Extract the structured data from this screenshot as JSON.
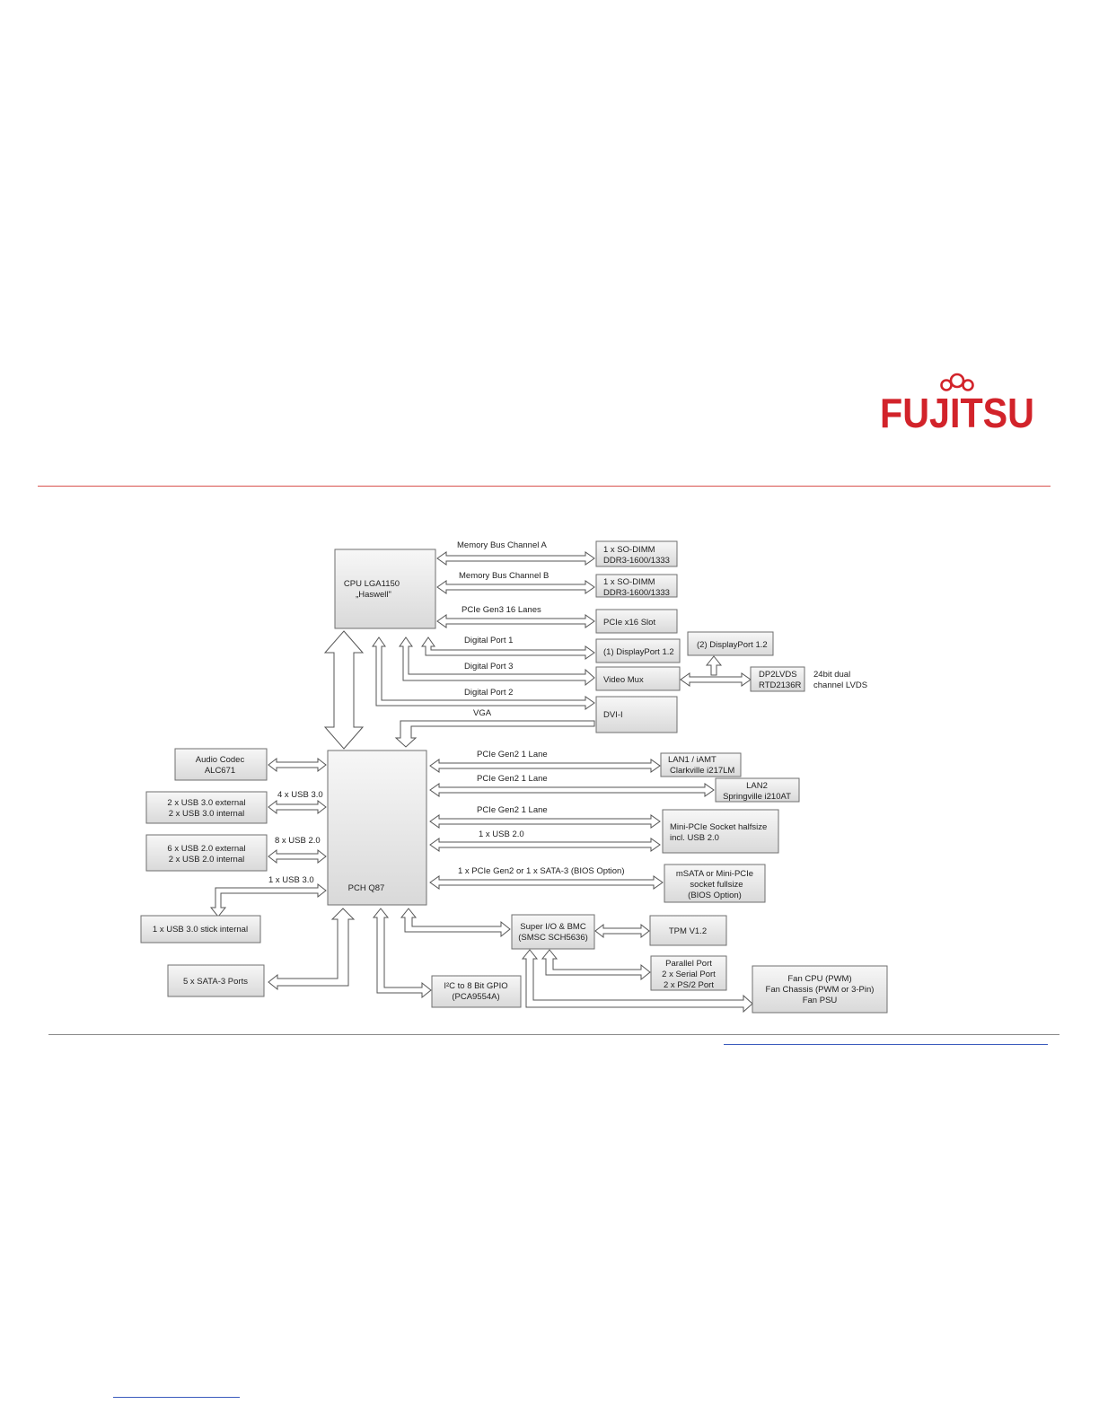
{
  "brand": {
    "logo_text": "FUJITSU",
    "color": "#d2232a"
  },
  "diagram": {
    "cpu": [
      "CPU LGA1150",
      "„Haswell\""
    ],
    "pch": "PCH Q87",
    "memory_a": {
      "label": "Memory Bus Channel  A",
      "box": [
        "1 x SO-DIMM",
        "DDR3-1600/1333"
      ]
    },
    "memory_b": {
      "label": "Memory Bus Channel  B",
      "box": [
        "1 x SO-DIMM",
        "DDR3-1600/1333"
      ]
    },
    "pcie_x16": {
      "label": "PCIe  Gen3  16 Lanes",
      "box": "PCIe  x16 Slot"
    },
    "dp1": {
      "label": "Digital Port 1",
      "box": "(1)  DisplayPort  1.2"
    },
    "dp2_box": "(2) DisplayPort  1.2",
    "dp3": {
      "label": "Digital Port 3",
      "box": "Video Mux"
    },
    "dp2lvds": [
      "DP2LVDS",
      "RTD2136R"
    ],
    "lvds_note": [
      "24bit  dual",
      "channel  LVDS"
    ],
    "digital_port_2": "Digital Port 2",
    "vga": {
      "label": "VGA",
      "box": "DVI-I"
    },
    "audio": [
      "Audio Codec",
      "ALC671"
    ],
    "usb30": {
      "label": "4 x USB 3.0",
      "box": [
        "2 x USB 3.0 external",
        "2 x  USB  3.0 internal"
      ]
    },
    "usb20": {
      "label": "8 x USB 2.0",
      "box": [
        "6 x USB 2.0 external",
        "2 x  USB  2.0 internal"
      ]
    },
    "usb_stick": {
      "label": "1 x USB 3.0",
      "box": "1 x USB 3.0  stick internal"
    },
    "sata": "5 x SATA-3 Ports",
    "lan1": {
      "label": "PCIe  Gen2   1 Lane",
      "box": [
        "LAN1 / iAMT",
        "Clarkville  i217LM"
      ]
    },
    "lan2": {
      "label": "PCIe  Gen2   1 Lane",
      "box": [
        "LAN2",
        "Springville  i210AT"
      ]
    },
    "minipcie": {
      "label1": "PCIe  Gen2   1 Lane",
      "label2": "1 x USB 2.0",
      "box": [
        "Mini-PCIe  Socket  halfsize",
        "incl.  USB  2.0"
      ]
    },
    "msata": {
      "label": "1 x PCIe  Gen2  or  1  x  SATA-3  (BIOS Option)",
      "box": [
        "mSATA  or Mini-PCIe",
        "socket fullsize",
        "(BIOS Option)"
      ]
    },
    "superio": [
      "Super  I/O  &  BMC",
      "(SMSC  SCH5636)"
    ],
    "tpm": "TPM  V1.2",
    "parallel": [
      "Parallel  Port",
      "2 x  Serial  Port",
      "2 x  PS/2  Port"
    ],
    "fan": [
      "Fan CPU  (PWM)",
      "Fan Chassis  (PWM or  3-Pin)",
      "Fan  PSU"
    ],
    "gpio": [
      "I²C to 8 Bit GPIO",
      "(PCA9554A)"
    ]
  }
}
